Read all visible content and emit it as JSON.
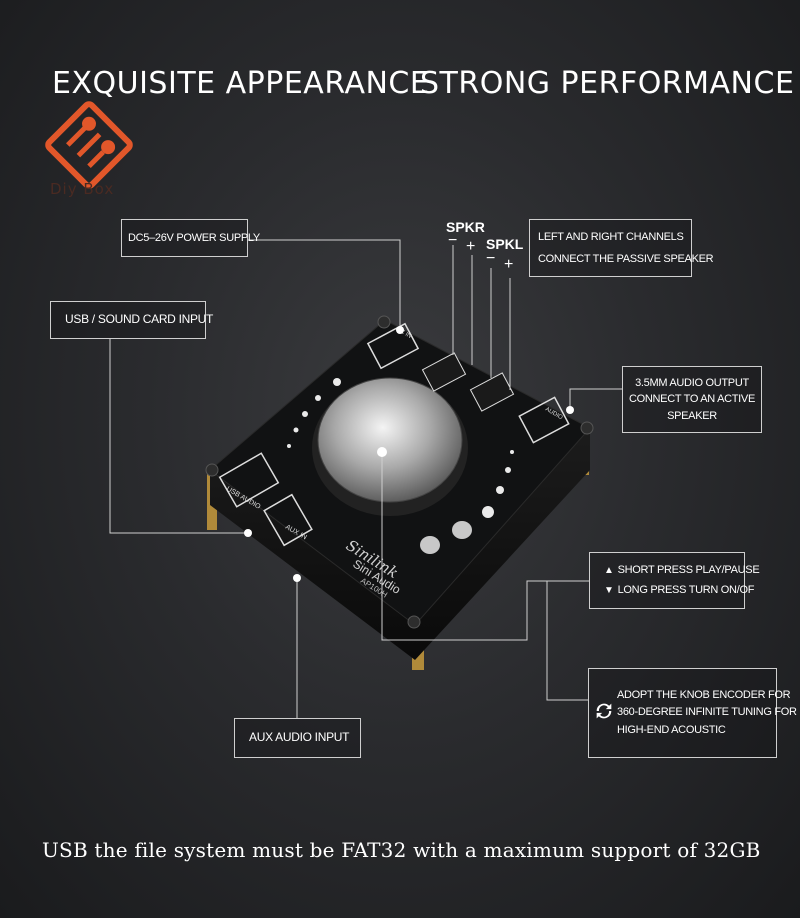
{
  "headline": {
    "left": "EXQUISITE APPEARANCE",
    "right": "STRONG PERFORMANCE"
  },
  "logo": {
    "icon": "circuit-logo-icon",
    "text": "Diy Box",
    "color": "#e2572a"
  },
  "callouts": {
    "power": "DC5–26V POWER SUPPLY",
    "usb": "USB / SOUND CARD INPUT",
    "speaker_line1": "LEFT AND RIGHT CHANNELS",
    "speaker_line2": "CONNECT THE PASSIVE SPEAKER",
    "audio_out_line1": "3.5MM AUDIO OUTPUT",
    "audio_out_line2": "CONNECT TO AN ACTIVE",
    "audio_out_line3": "SPEAKER",
    "short_press": "SHORT PRESS  PLAY/PAUSE",
    "long_press": "LONG PRESS TURN ON/OF",
    "knob_line1": "ADOPT THE KNOB ENCODER FOR",
    "knob_line2": "360-DEGREE INFINITE TUNING FOR",
    "knob_line3": "HIGH-END ACOUSTIC",
    "aux": "AUX  AUDIO INPUT"
  },
  "speaker_labels": {
    "right": "SPKR",
    "left": "SPKL",
    "minus": "−",
    "plus": "+"
  },
  "board": {
    "brand": "Sinilink",
    "model": "Sini Audio",
    "part": "AP100H",
    "usb_label": "USB AUDIO",
    "aux_label": "AUX IN",
    "dc_label": "DC IN",
    "audio_label": "AUDIO"
  },
  "footer": "USB the file system must be FAT32 with a maximum support of 32GB"
}
